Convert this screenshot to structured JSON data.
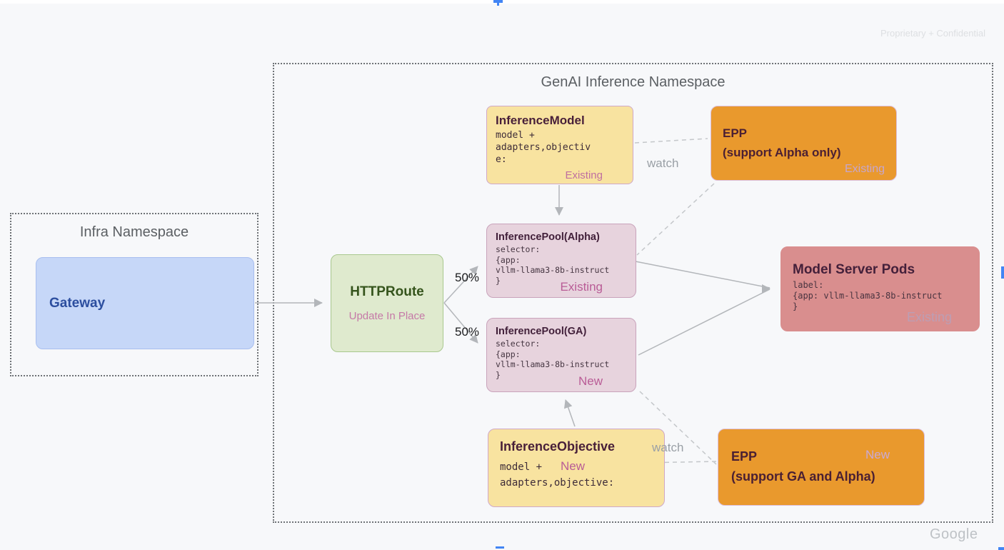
{
  "meta": {
    "confidential": "Proprietary + Confidential",
    "brand": "Google"
  },
  "colors": {
    "canvas_bg": "#F7F8FA",
    "handle_blue": "#4285F4",
    "arrow_gray": "#B3B6BA",
    "dashed_gray": "#C4C7CA",
    "gateway_fill": "#C6D7F8",
    "httproute_fill": "#DFEACE",
    "yellow_fill": "#F8E3A0",
    "pool_fill": "#E7D3DD",
    "orange_fill": "#E9992D",
    "pods_fill": "#D98E8E",
    "status_pink": "#B95C96",
    "status_lavender": "#C6A6CC",
    "status_muted": "#BC9EB4"
  },
  "namespaces": {
    "infra": {
      "title": "Infra Namespace"
    },
    "genai": {
      "title": "GenAI Inference Namespace"
    }
  },
  "nodes": {
    "gateway": {
      "title": "Gateway"
    },
    "httproute": {
      "title": "HTTPRoute",
      "subtitle": "Update In Place"
    },
    "inference_model": {
      "title": "InferenceModel",
      "code": [
        "model +",
        "adapters,objectiv",
        "e:"
      ],
      "status": "Existing"
    },
    "epp_alpha": {
      "title": "EPP",
      "subtitle": "(support Alpha only)",
      "status": "Existing"
    },
    "pool_alpha": {
      "title": "InferencePool(Alpha)",
      "code": [
        "selector:",
        "{app:",
        "vllm-llama3-8b-instruct",
        "}"
      ],
      "status": "Existing"
    },
    "pool_ga": {
      "title": "InferencePool(GA)",
      "code": [
        "selector:",
        "{app:",
        "vllm-llama3-8b-instruct",
        "}"
      ],
      "status": "New"
    },
    "model_server_pods": {
      "title": "Model Server Pods",
      "code": [
        "label:",
        "{app: vllm-llama3-8b-instruct",
        "}"
      ],
      "status": "Existing"
    },
    "inference_objective": {
      "title": "InferenceObjective",
      "code_line1": "model +",
      "code_line2": "adapters,objective:",
      "status": "New"
    },
    "epp_ga": {
      "title": "EPP",
      "subtitle": "(support GA and Alpha)",
      "status": "New"
    }
  },
  "edges": {
    "split_top": "50%",
    "split_bottom": "50%",
    "watch_top": "watch",
    "watch_bottom": "watch"
  }
}
